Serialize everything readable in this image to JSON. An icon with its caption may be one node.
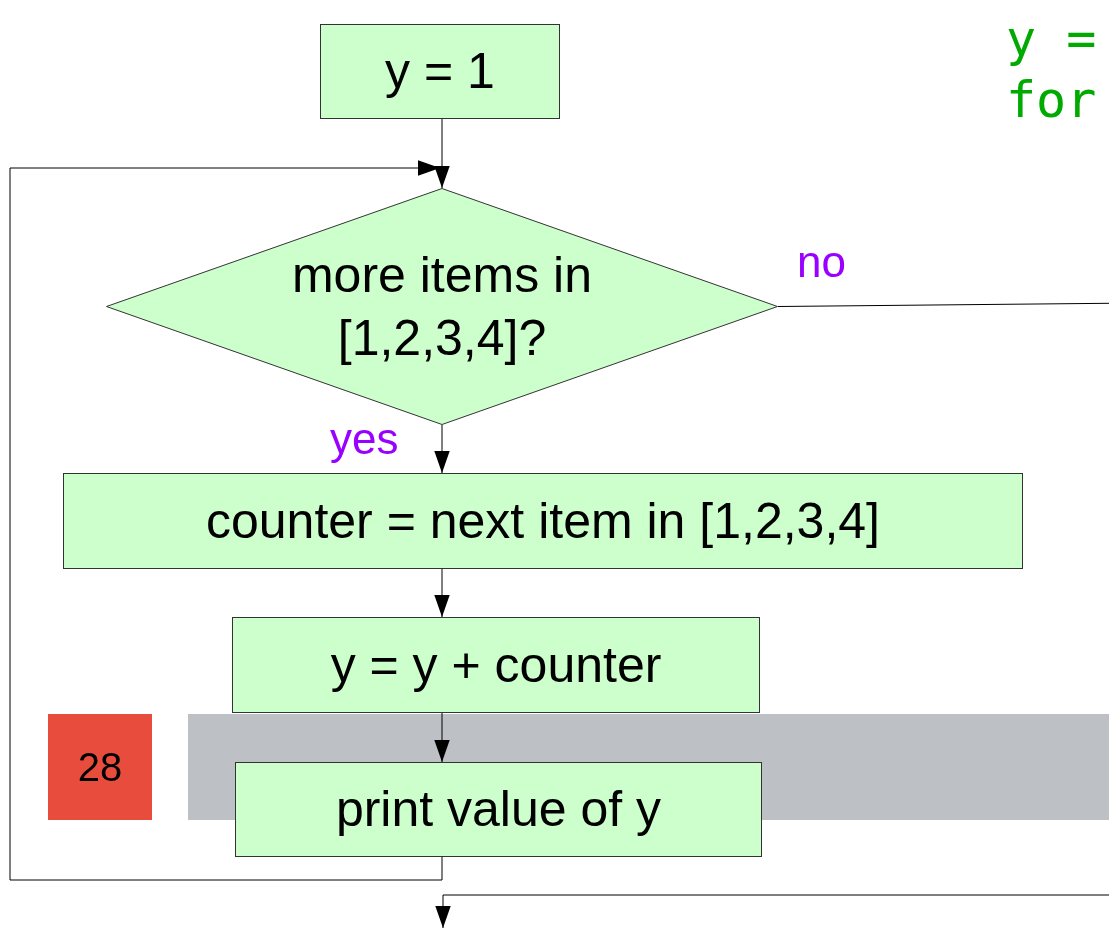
{
  "diagram": {
    "nodes": [
      {
        "text": [
          "y = 1"
        ]
      },
      {
        "text": [
          "more items in [1,2,3,4]?"
        ]
      },
      {
        "text": [
          "counter = next item in [1,2,3,4]"
        ]
      },
      {
        "text": [
          "y = y + counter"
        ]
      },
      {
        "text": [
          "print value of y"
        ]
      },
      {
        "text": [
          "28"
        ]
      }
    ],
    "edges": [
      {
        "from": 0,
        "to": 1,
        "arrow": "to"
      },
      {
        "from": 1,
        "to": 2,
        "arrow": "to",
        "label": "yes"
      },
      {
        "from": 2,
        "to": 3,
        "arrow": "to"
      },
      {
        "from": 3,
        "to": 4,
        "arrow": "to"
      },
      {
        "from": 4,
        "to": 1,
        "arrow": "to"
      },
      {
        "from": 1,
        "to": null,
        "arrow": "to",
        "label": "no"
      }
    ],
    "labels": [
      "y =",
      "for"
    ]
  }
}
